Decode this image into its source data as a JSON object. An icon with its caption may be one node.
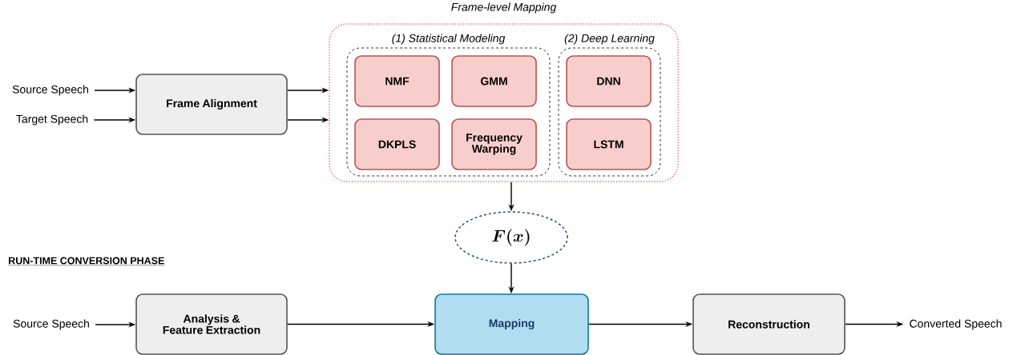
{
  "diagram": {
    "nodes": [
      {
        "text": [
          "Source Speech"
        ]
      },
      {
        "text": [
          "Target Speech"
        ]
      },
      {
        "text": [
          "Frame Alignment"
        ]
      },
      {
        "text": [
          "Frame-level Mapping"
        ]
      },
      {
        "text": [
          "(1) Statistical Modeling"
        ],
        "in": 3
      },
      {
        "text": [
          "NMF"
        ],
        "in": 4
      },
      {
        "text": [
          "GMM"
        ],
        "in": 4
      },
      {
        "text": [
          "DKPLS"
        ],
        "in": 4
      },
      {
        "text": [
          "Frequency Warping"
        ],
        "in": 4
      },
      {
        "text": [
          "(2) Deep Learning"
        ],
        "in": 3
      },
      {
        "text": [
          "DNN"
        ],
        "in": 9
      },
      {
        "text": [
          "LSTM"
        ],
        "in": 9
      },
      {
        "text": [
          "F(x)"
        ]
      },
      {
        "text": [
          "Source Speech"
        ]
      },
      {
        "text": [
          "Analysis & Feature Extraction"
        ]
      },
      {
        "text": [
          "Mapping"
        ]
      },
      {
        "text": [
          "Reconstruction"
        ]
      },
      {
        "text": [
          "Converted Speech"
        ]
      }
    ],
    "edges": [
      {
        "from": 0,
        "to": 2,
        "arrow": "to"
      },
      {
        "from": 1,
        "to": 2,
        "arrow": "to"
      },
      {
        "from": 2,
        "to": 3,
        "arrow": "to"
      },
      {
        "from": 2,
        "to": 3,
        "arrow": "to"
      },
      {
        "from": 3,
        "to": 12,
        "arrow": "to"
      },
      {
        "from": 12,
        "to": 15,
        "arrow": "to"
      },
      {
        "from": 13,
        "to": 14,
        "arrow": "to"
      },
      {
        "from": 14,
        "to": 15,
        "arrow": "to"
      },
      {
        "from": 15,
        "to": 16,
        "arrow": "to"
      },
      {
        "from": 16,
        "to": 17,
        "arrow": "to"
      }
    ],
    "labels": [
      "RUN-TIME CONVERSION PHASE"
    ]
  }
}
